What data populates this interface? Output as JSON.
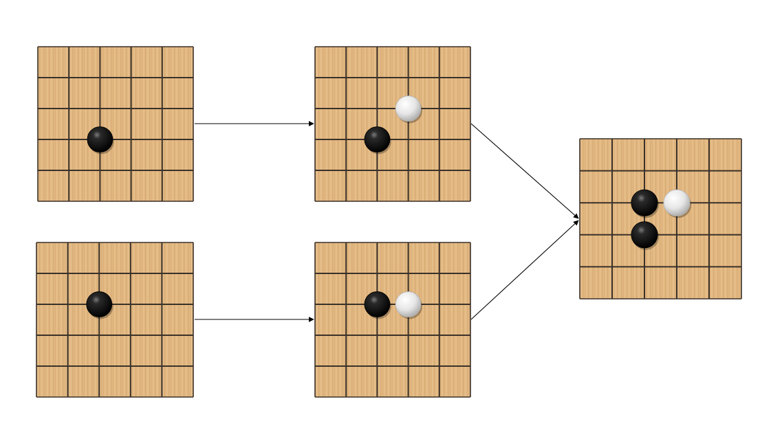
{
  "colors": {
    "wood_base": "#e2b882",
    "wood_grain_dark": "#c99a5e",
    "wood_grain_light": "#efcd9c",
    "grid_line": "#3a3129",
    "arrow": "#000000",
    "stone_black": "#0a0a0a",
    "stone_white": "#e9e9e9"
  },
  "boards": [
    {
      "id": "board-top-left",
      "size": 5,
      "stones": [
        {
          "color": "black",
          "col": 2,
          "row": 3
        }
      ]
    },
    {
      "id": "board-bottom-left",
      "size": 5,
      "stones": [
        {
          "color": "black",
          "col": 2,
          "row": 2
        }
      ]
    },
    {
      "id": "board-top-middle",
      "size": 5,
      "stones": [
        {
          "color": "black",
          "col": 2,
          "row": 3
        },
        {
          "color": "white",
          "col": 3,
          "row": 2
        }
      ]
    },
    {
      "id": "board-bottom-middle",
      "size": 5,
      "stones": [
        {
          "color": "black",
          "col": 2,
          "row": 2
        },
        {
          "color": "white",
          "col": 3,
          "row": 2
        }
      ]
    },
    {
      "id": "board-right",
      "size": 5,
      "stones": [
        {
          "color": "black",
          "col": 2,
          "row": 2
        },
        {
          "color": "white",
          "col": 3,
          "row": 2
        },
        {
          "color": "black",
          "col": 2,
          "row": 3
        }
      ]
    }
  ],
  "arrows": [
    {
      "id": "arrow-top",
      "from": "board-top-left",
      "to": "board-top-middle"
    },
    {
      "id": "arrow-bottom",
      "from": "board-bottom-left",
      "to": "board-bottom-middle"
    },
    {
      "id": "arrow-merge-top",
      "from": "board-top-middle",
      "to": "board-right"
    },
    {
      "id": "arrow-merge-bottom",
      "from": "board-bottom-middle",
      "to": "board-right"
    }
  ]
}
